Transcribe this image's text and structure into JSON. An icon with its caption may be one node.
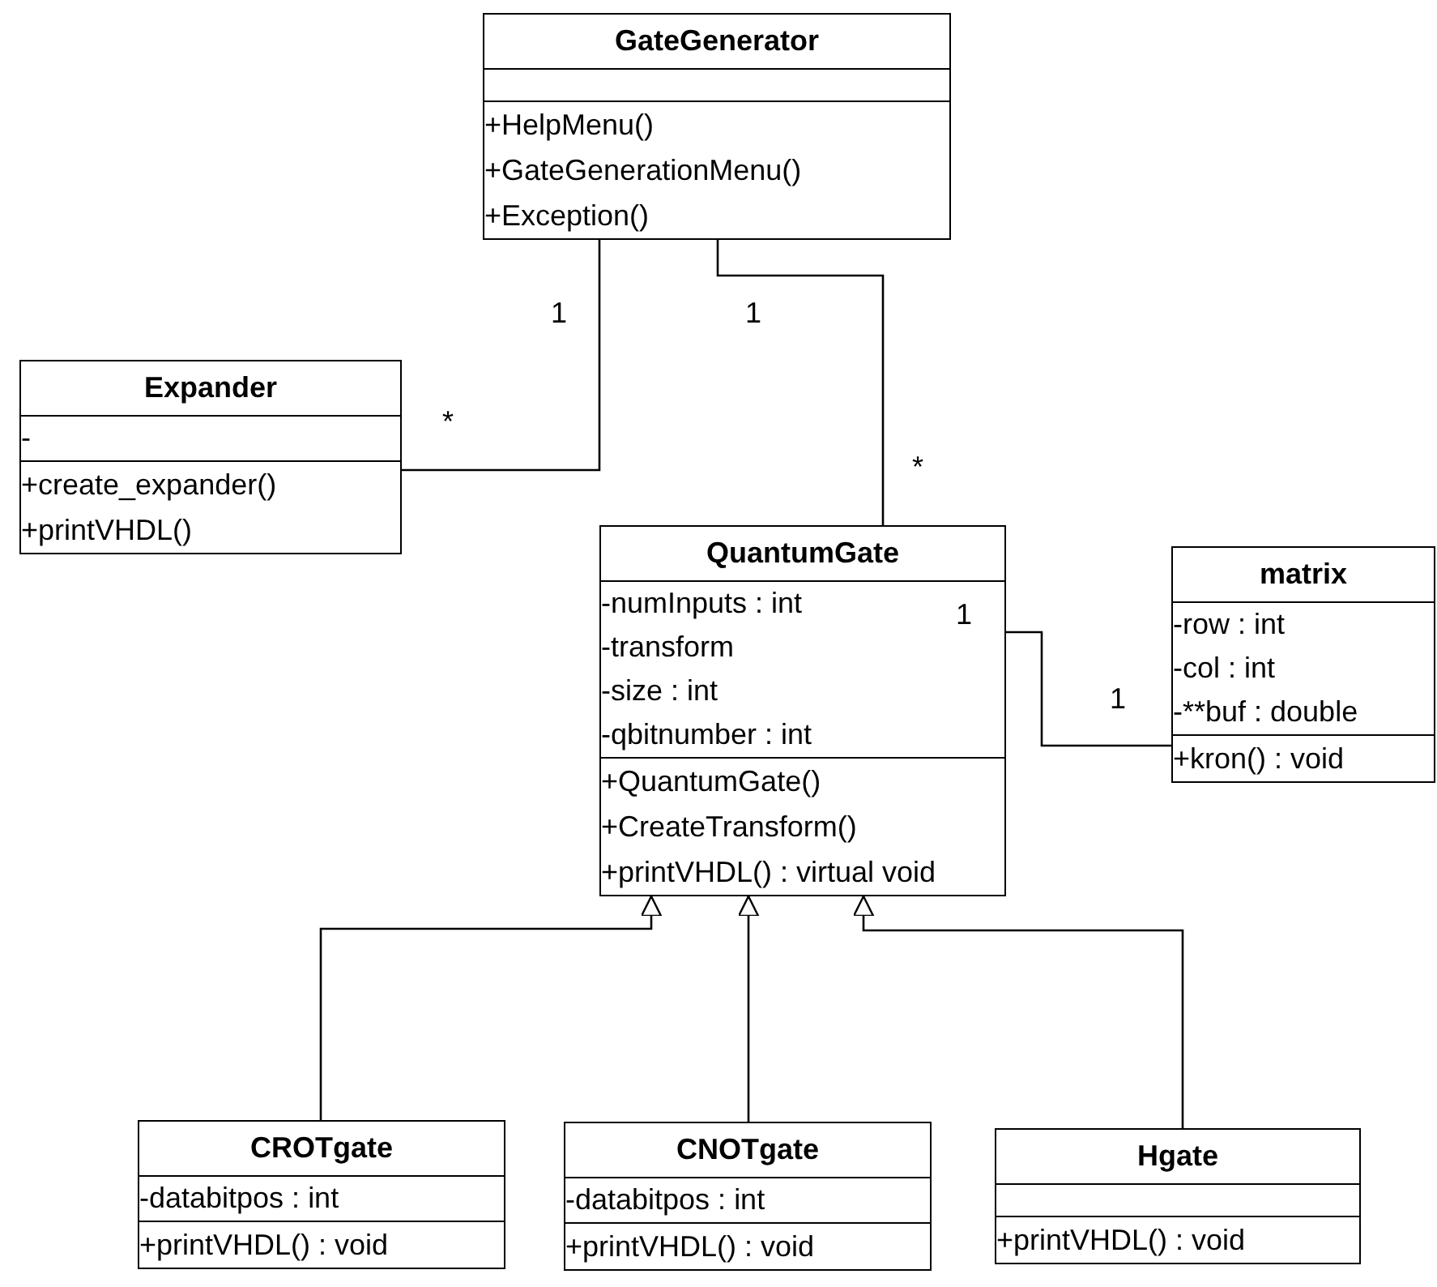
{
  "diagram": {
    "nodes": [
      {
        "text": [
          "GateGenerator",
          "+HelpMenu()",
          "+GateGenerationMenu()",
          "+Exception()"
        ]
      },
      {
        "text": [
          "Expander",
          "-",
          "+create_expander()",
          "+printVHDL()"
        ]
      },
      {
        "text": [
          "QuantumGate",
          "-numInputs : int",
          "-transform",
          "-size : int",
          "-qbitnumber : int",
          "+QuantumGate()",
          "+CreateTransform()",
          "+printVHDL() : virtual void"
        ]
      },
      {
        "text": [
          "matrix",
          "-row : int",
          "-col : int",
          "-**buf : double",
          "+kron() : void"
        ]
      },
      {
        "text": [
          "CROTgate",
          "-databitpos : int",
          "+printVHDL() : void"
        ]
      },
      {
        "text": [
          "CNOTgate",
          "-databitpos : int",
          "+printVHDL() : void"
        ]
      },
      {
        "text": [
          "Hgate",
          "+printVHDL() : void"
        ]
      }
    ],
    "edges": [
      {
        "from": 0,
        "to": 1,
        "arrow": "none"
      },
      {
        "from": 0,
        "to": 2,
        "arrow": "none"
      },
      {
        "from": 2,
        "to": 3,
        "arrow": "none"
      },
      {
        "from": 4,
        "to": 2,
        "arrow": "to"
      },
      {
        "from": 5,
        "to": 2,
        "arrow": "to"
      },
      {
        "from": 6,
        "to": 2,
        "arrow": "to"
      }
    ],
    "labels": [
      "1",
      "1",
      "*",
      "*",
      "1",
      "1"
    ]
  }
}
